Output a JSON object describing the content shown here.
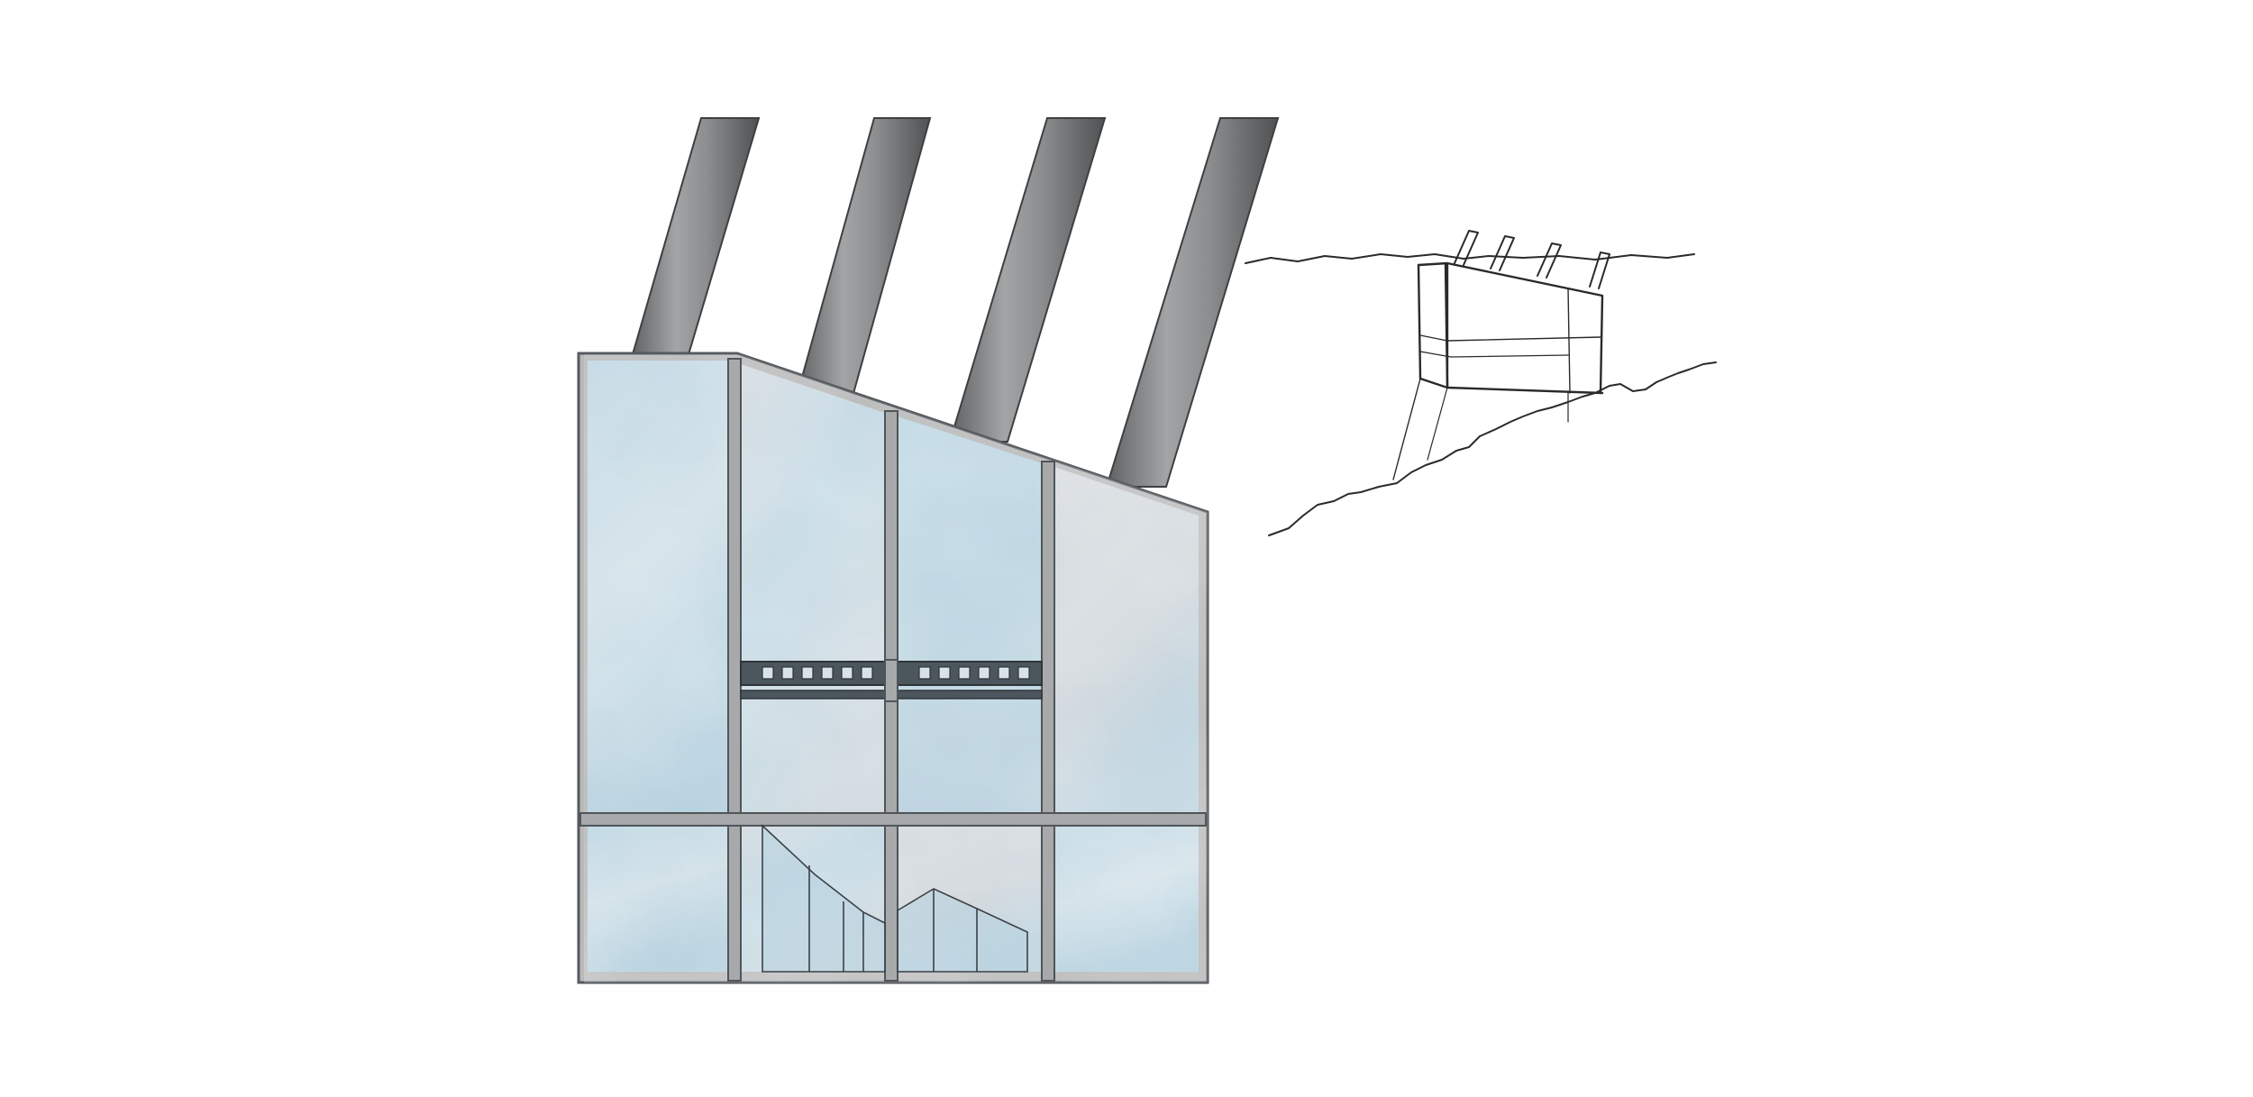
{
  "page": {
    "background": "#ffffff"
  },
  "elevation": {
    "glass_color": "#c9dde6",
    "glass_tint": "#a9c9d8",
    "frame_color": "#8d8f92",
    "frame_dark": "#4d5458",
    "pipe_color": "#8b8d8f",
    "pipe_count": 4,
    "mullion_bays": 4
  },
  "sketch": {
    "line_color": "#2a2a2a",
    "pipe_count": 4
  }
}
